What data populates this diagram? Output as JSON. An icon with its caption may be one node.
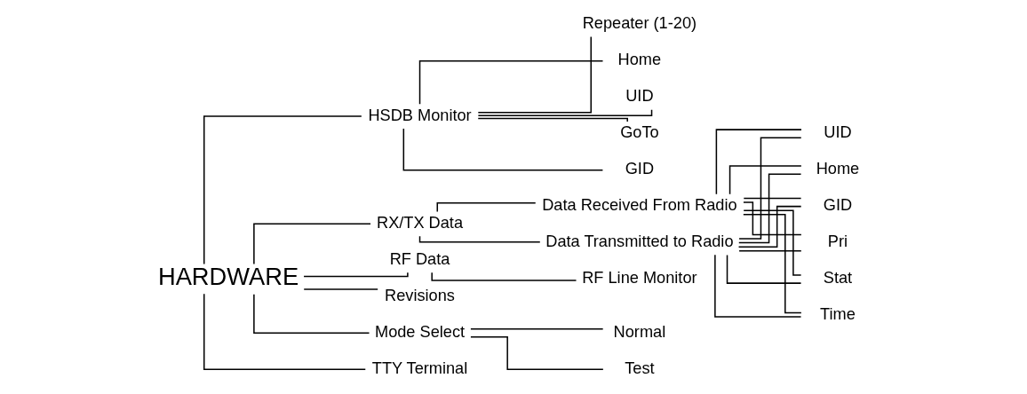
{
  "diagram": {
    "nodes": [
      {
        "text": [
          "HARDWARE"
        ]
      },
      {
        "text": [
          "HSDB Monitor"
        ]
      },
      {
        "text": [
          "RX/TX Data"
        ]
      },
      {
        "text": [
          "RF Data"
        ]
      },
      {
        "text": [
          "Revisions"
        ]
      },
      {
        "text": [
          "Mode Select"
        ]
      },
      {
        "text": [
          "TTY Terminal"
        ]
      },
      {
        "text": [
          "Repeater (1-20)"
        ]
      },
      {
        "text": [
          "Home"
        ]
      },
      {
        "text": [
          "UID"
        ]
      },
      {
        "text": [
          "GoTo"
        ]
      },
      {
        "text": [
          "GID"
        ]
      },
      {
        "text": [
          "Data Received From Radio"
        ]
      },
      {
        "text": [
          "Data Transmitted to Radio"
        ]
      },
      {
        "text": [
          "RF Line Monitor"
        ]
      },
      {
        "text": [
          "Normal"
        ]
      },
      {
        "text": [
          "Test"
        ]
      },
      {
        "text": [
          "UID"
        ]
      },
      {
        "text": [
          "Home"
        ]
      },
      {
        "text": [
          "GID"
        ]
      },
      {
        "text": [
          "Pri"
        ]
      },
      {
        "text": [
          "Stat"
        ]
      },
      {
        "text": [
          "Time"
        ]
      }
    ],
    "edges": [
      {
        "from": 0,
        "to": 1,
        "arrow": "none"
      },
      {
        "from": 0,
        "to": 2,
        "arrow": "none"
      },
      {
        "from": 0,
        "to": 3,
        "arrow": "none"
      },
      {
        "from": 0,
        "to": 4,
        "arrow": "none"
      },
      {
        "from": 0,
        "to": 5,
        "arrow": "none"
      },
      {
        "from": 0,
        "to": 6,
        "arrow": "none"
      },
      {
        "from": 1,
        "to": 7,
        "arrow": "none"
      },
      {
        "from": 1,
        "to": 8,
        "arrow": "none"
      },
      {
        "from": 1,
        "to": 9,
        "arrow": "none"
      },
      {
        "from": 1,
        "to": 10,
        "arrow": "none"
      },
      {
        "from": 1,
        "to": 11,
        "arrow": "none"
      },
      {
        "from": 2,
        "to": 12,
        "arrow": "none"
      },
      {
        "from": 2,
        "to": 13,
        "arrow": "none"
      },
      {
        "from": 3,
        "to": 14,
        "arrow": "none"
      },
      {
        "from": 5,
        "to": 15,
        "arrow": "none"
      },
      {
        "from": 5,
        "to": 16,
        "arrow": "none"
      },
      {
        "from": 12,
        "to": 17,
        "arrow": "none"
      },
      {
        "from": 12,
        "to": 18,
        "arrow": "none"
      },
      {
        "from": 12,
        "to": 19,
        "arrow": "none"
      },
      {
        "from": 12,
        "to": 20,
        "arrow": "none"
      },
      {
        "from": 12,
        "to": 21,
        "arrow": "none"
      },
      {
        "from": 12,
        "to": 22,
        "arrow": "none"
      },
      {
        "from": 13,
        "to": 17,
        "arrow": "none"
      },
      {
        "from": 13,
        "to": 18,
        "arrow": "none"
      },
      {
        "from": 13,
        "to": 19,
        "arrow": "none"
      },
      {
        "from": 13,
        "to": 20,
        "arrow": "none"
      },
      {
        "from": 13,
        "to": 21,
        "arrow": "none"
      },
      {
        "from": 13,
        "to": 22,
        "arrow": "none"
      }
    ]
  }
}
